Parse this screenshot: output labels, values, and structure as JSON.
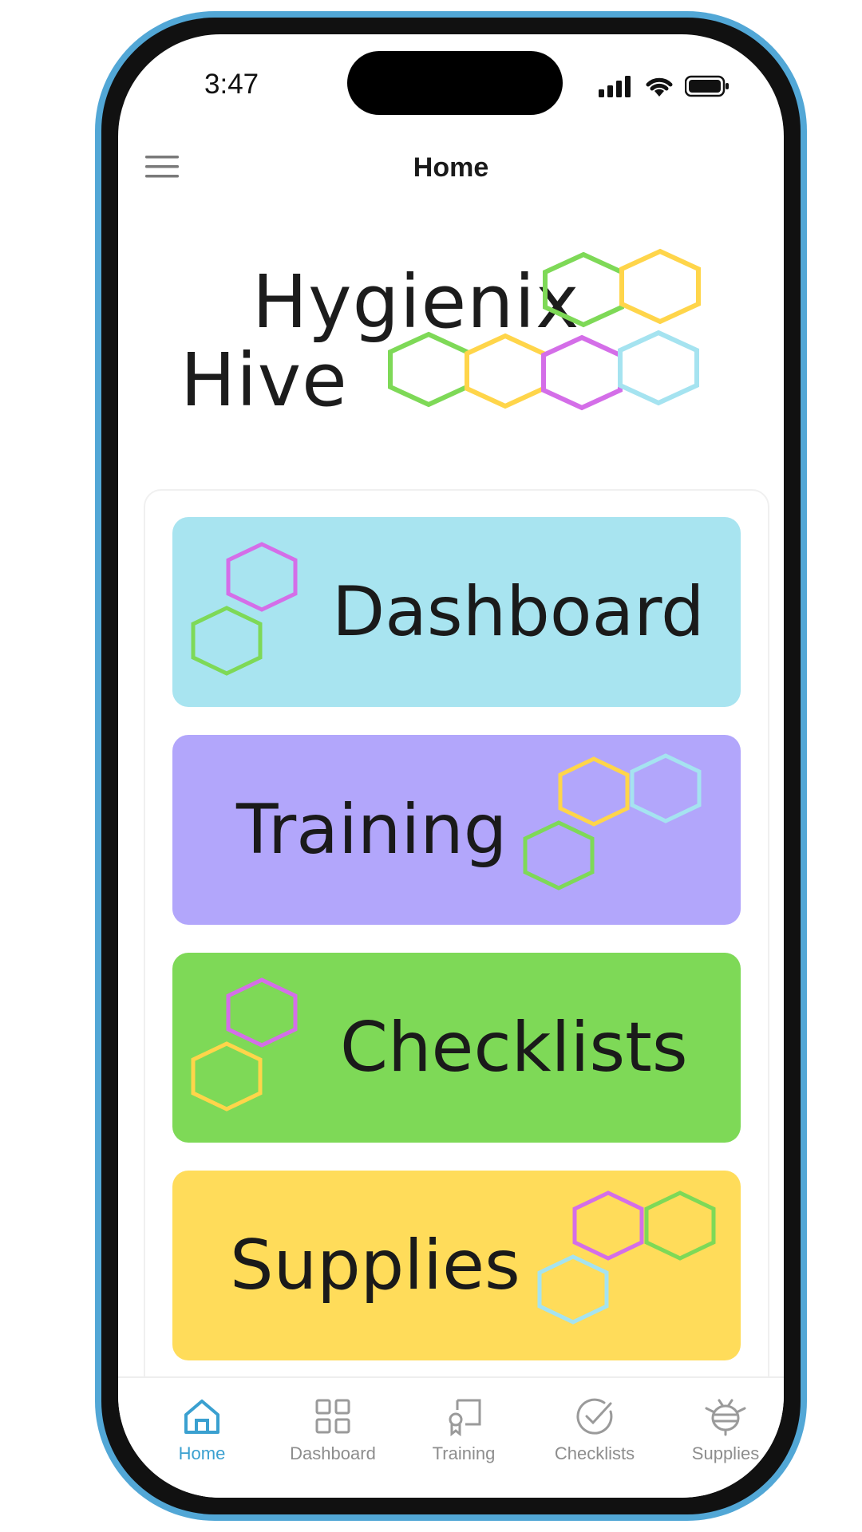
{
  "status_bar": {
    "time": "3:47"
  },
  "header": {
    "title": "Home",
    "menu_icon": "hamburger-menu-icon"
  },
  "logo": {
    "line1": "Hygienix",
    "line2": "Hive",
    "hex_colors": [
      "#7ed957",
      "#ffd54a",
      "#d46ee8",
      "#a5e3f0"
    ]
  },
  "tiles": [
    {
      "label": "Dashboard",
      "color": "#a8e4f0"
    },
    {
      "label": "Training",
      "color": "#b2a6fb"
    },
    {
      "label": "Checklists",
      "color": "#7ed957"
    },
    {
      "label": "Supplies",
      "color": "#ffdc5a"
    }
  ],
  "tabbar": {
    "active_color": "#3aa0d0",
    "inactive_color": "#8d8d8d",
    "items": [
      {
        "label": "Home",
        "icon": "home-icon",
        "active": true
      },
      {
        "label": "Dashboard",
        "icon": "grid-icon",
        "active": false
      },
      {
        "label": "Training",
        "icon": "certificate-icon",
        "active": false
      },
      {
        "label": "Checklists",
        "icon": "check-circle-icon",
        "active": false
      },
      {
        "label": "Supplies",
        "icon": "bee-icon",
        "active": false
      }
    ]
  }
}
